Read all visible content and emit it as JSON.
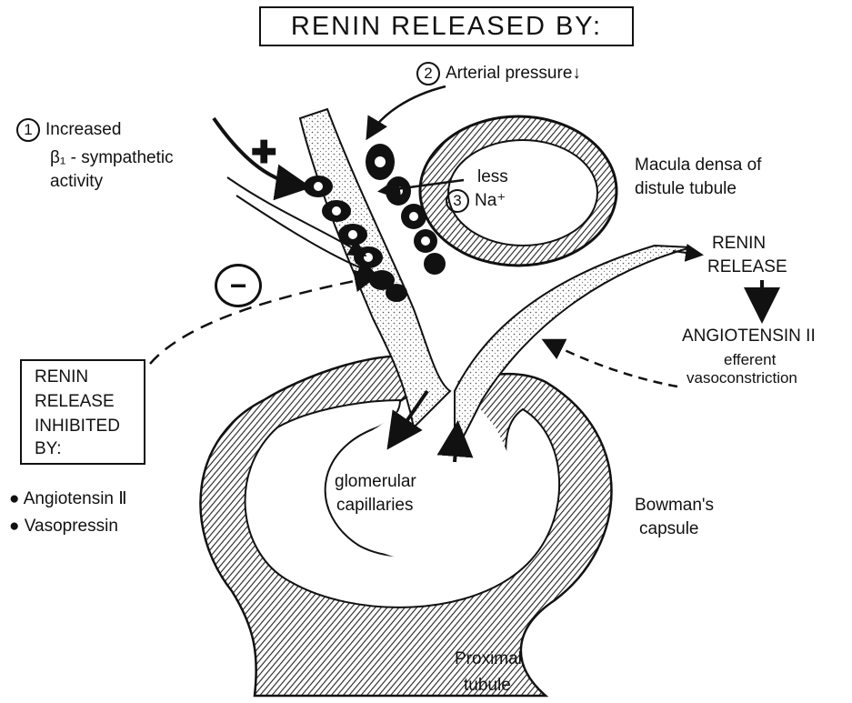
{
  "title": "RENIN RELEASED BY:",
  "factors": {
    "f1": {
      "num": "1",
      "line1": "Increased",
      "line2": "β₁ - sympathetic",
      "line3": "activity"
    },
    "f2": {
      "num": "2",
      "text": "Arterial pressure↓"
    },
    "f3": {
      "num": "3",
      "line1": "less",
      "line2": "Na⁺"
    }
  },
  "plus_sign": "✚",
  "minus_sign": "−",
  "labels": {
    "macula_line1": "Macula densa of",
    "macula_line2": "distule tubule",
    "renin_release_line1": "RENIN",
    "renin_release_line2": "RELEASE",
    "angiotensin_line1": "ANGIOTENSIN  II",
    "angiotensin_line2": "efferent",
    "angiotensin_line3": "vasoconstriction",
    "glomerular_line1": "glomerular",
    "glomerular_line2": "capillaries",
    "bowman_line1": "Bowman's",
    "bowman_line2": "capsule",
    "proximal_line1": "Proximal",
    "proximal_line2": "tubule"
  },
  "inhibited_box": {
    "line1": "RENIN",
    "line2": "RELEASE",
    "line3": "INHIBITED",
    "line4": "BY:"
  },
  "inhibitors": [
    "● Angiotensin  Ⅱ",
    "● Vasopressin"
  ]
}
